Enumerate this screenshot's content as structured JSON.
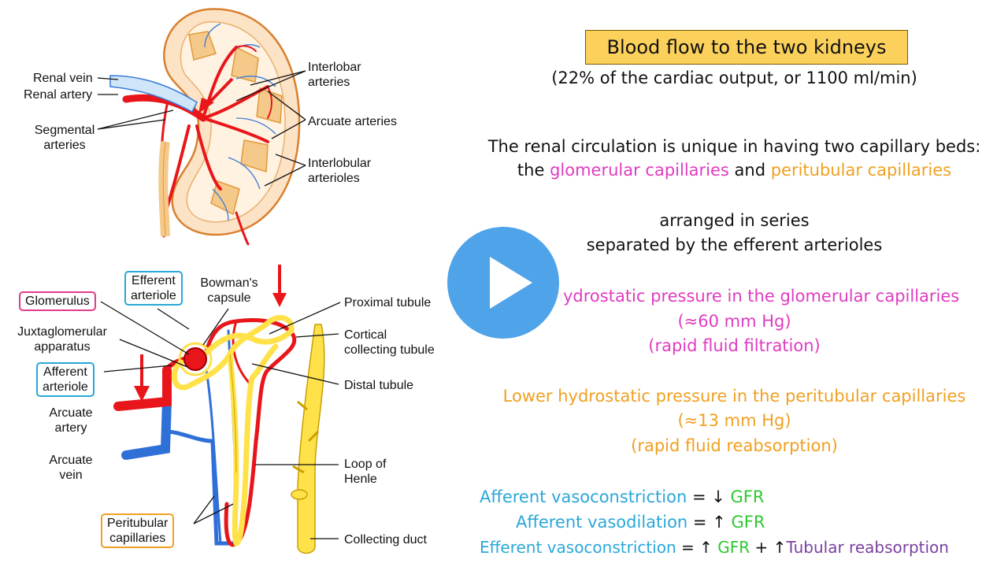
{
  "kidney_labels": {
    "renal_vein": "Renal vein",
    "renal_artery": "Renal artery",
    "segmental_1": "Segmental",
    "segmental_2": "arteries",
    "interlobar_1": "Interlobar",
    "interlobar_2": "arteries",
    "arcuate": "Arcuate arteries",
    "interlobular_1": "Interlobular",
    "interlobular_2": "arterioles"
  },
  "nephron_labels": {
    "glomerulus": "Glomerulus",
    "efferent_1": "Efferent",
    "efferent_2": "arteriole",
    "bowman_1": "Bowman's",
    "bowman_2": "capsule",
    "proximal": "Proximal tubule",
    "juxta_1": "Juxtaglomerular",
    "juxta_2": "apparatus",
    "cortical_1": "Cortical",
    "cortical_2": "collecting tubule",
    "afferent_1": "Afferent",
    "afferent_2": "arteriole",
    "distal": "Distal tubule",
    "arcuate_artery_1": "Arcuate",
    "arcuate_artery_2": "artery",
    "arcuate_vein_1": "Arcuate",
    "arcuate_vein_2": "vein",
    "loop_1": "Loop of",
    "loop_2": "Henle",
    "peritubular_1": "Peritubular",
    "peritubular_2": "capillaries",
    "collecting_duct": "Collecting duct"
  },
  "notes": {
    "title": "Blood flow to the two kidneys",
    "subtitle": "(22% of the cardiac output, or 1100 ml/min)",
    "unique_1": "The renal circulation is unique in having two capillary beds:",
    "unique_2_pre": "the ",
    "glomerular_caps": "glomerular capillaries",
    "unique_2_mid": " and ",
    "peritubular_caps": "peritubular capillaries",
    "series_1": "arranged in series",
    "series_2": "separated by the efferent arterioles",
    "high_1": "High hydrostatic pressure in the glomerular capillaries",
    "high_2": "(≈60 mm Hg)",
    "high_3": "(rapid fluid filtration)",
    "low_1": "Lower hydrostatic pressure in the peritubular capillaries",
    "low_2": "(≈13 mm Hg)",
    "low_3": "(rapid fluid reabsorption)",
    "gfr1_a": "Afferent vasoconstriction",
    "gfr1_b": " = ↓ ",
    "gfr1_c": "GFR",
    "gfr2_a": "Afferent vasodilation",
    "gfr2_b": " = ↑ ",
    "gfr2_c": "GFR",
    "gfr3_a": "Efferent vasoconstriction",
    "gfr3_b": " = ↑ ",
    "gfr3_c": "GFR",
    "gfr3_d": " + ↑",
    "gfr3_e": "Tubular reabsorption"
  },
  "colors": {
    "title_bg": "#fbd15b",
    "magenta": "#e03bc0",
    "orange": "#f0a020",
    "cyan": "#2aa7d8",
    "green": "#2fc82f",
    "purple": "#7b3fa0",
    "artery_red": "#e8161b",
    "vein_blue": "#2f6fd8",
    "tubule_yellow": "#ffe14a",
    "play_blue": "#4fa3e8"
  },
  "play_button": {
    "icon": "play-icon"
  }
}
